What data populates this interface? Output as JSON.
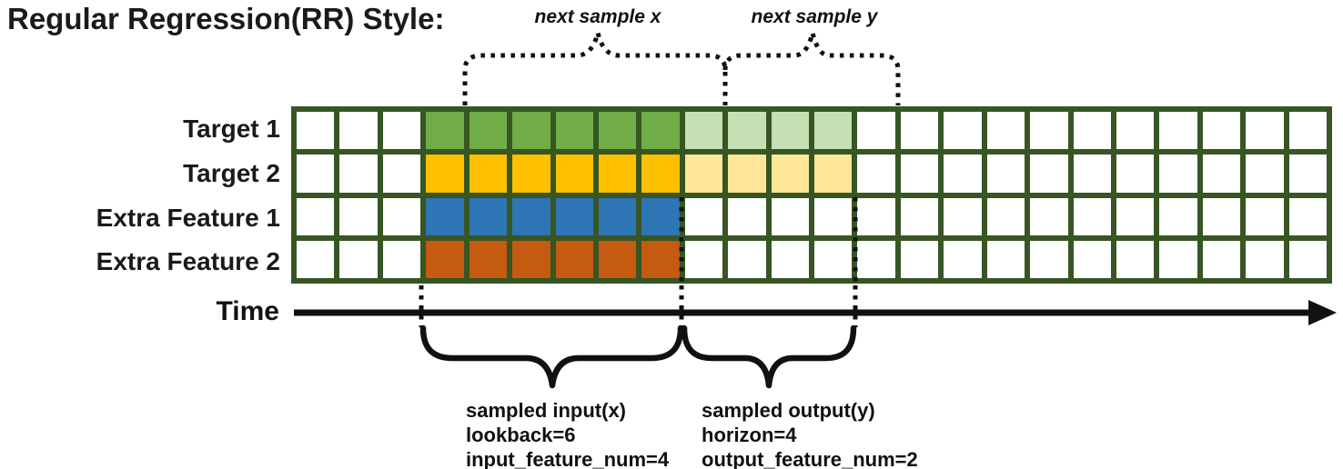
{
  "title": "Regular Regression(RR) Style:",
  "top_annotations": {
    "next_sample_x": "next sample x",
    "next_sample_y": "next sample y"
  },
  "rows": [
    {
      "label": "Target 1",
      "input_color": "#70AD47",
      "output_color": "#C5E0B4",
      "has_output": true
    },
    {
      "label": "Target 2",
      "input_color": "#FFC000",
      "output_color": "#FFE699",
      "has_output": true
    },
    {
      "label": "Extra Feature 1",
      "input_color": "#2E75B6",
      "output_color": null,
      "has_output": false
    },
    {
      "label": "Extra Feature 2",
      "input_color": "#C55A11",
      "output_color": null,
      "has_output": false
    }
  ],
  "grid": {
    "columns": 24,
    "row_count": 4,
    "input_start_col": 3,
    "input_cols": 6,
    "output_cols": 4,
    "empty_cell_color": "#FFFFFF",
    "border_color": "#375623"
  },
  "time_axis": {
    "label": "Time"
  },
  "bottom_annotations": {
    "input": {
      "title": "sampled input(x)",
      "line2": "lookback=6",
      "line3": "input_feature_num=4"
    },
    "output": {
      "title": "sampled output(y)",
      "line2": "horizon=4",
      "line3": "output_feature_num=2"
    }
  },
  "colors": {
    "annotation_ink": "#111111",
    "grid_border": "#375623"
  }
}
